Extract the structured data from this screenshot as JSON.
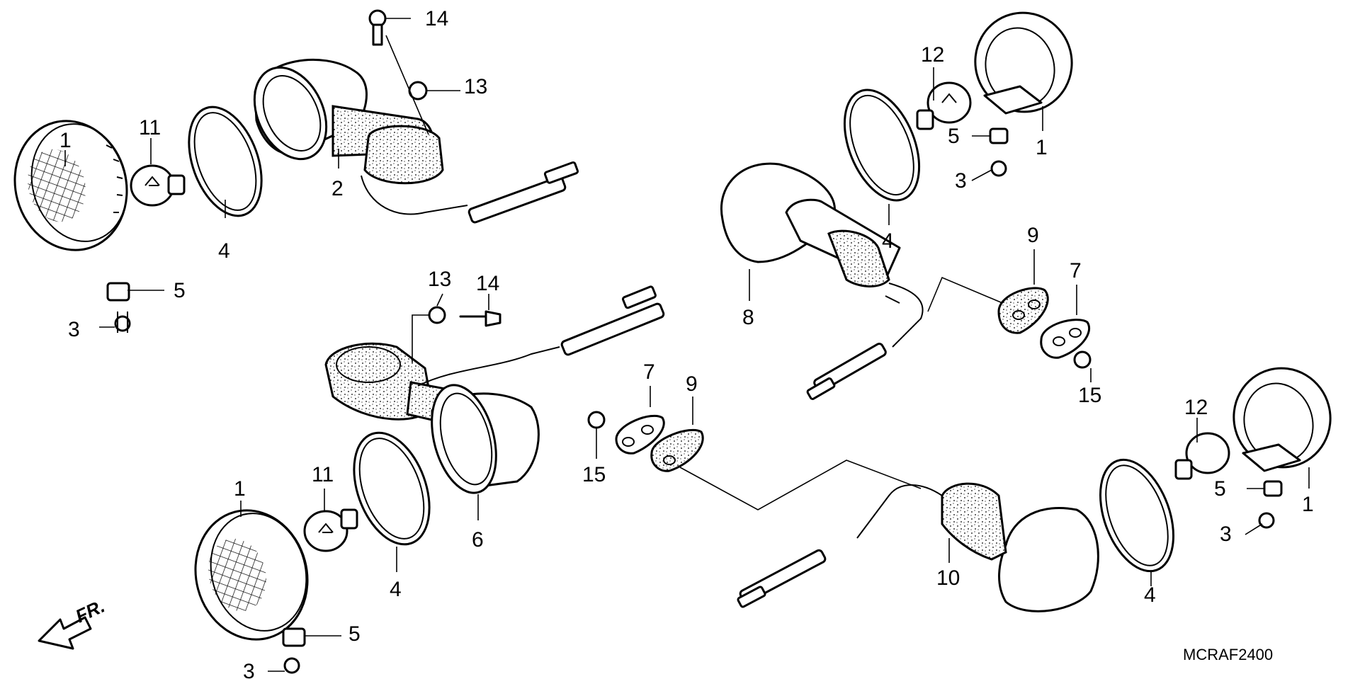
{
  "diagram": {
    "code": "MCRAF2400",
    "direction_label": "FR.",
    "callouts": [
      {
        "id": "c1a",
        "text": "1"
      },
      {
        "id": "c11a",
        "text": "11"
      },
      {
        "id": "c4a",
        "text": "4"
      },
      {
        "id": "c2",
        "text": "2"
      },
      {
        "id": "c14a",
        "text": "14"
      },
      {
        "id": "c13a",
        "text": "13"
      },
      {
        "id": "c5a",
        "text": "5"
      },
      {
        "id": "c3a",
        "text": "3"
      },
      {
        "id": "c13b",
        "text": "13"
      },
      {
        "id": "c14b",
        "text": "14"
      },
      {
        "id": "c1b",
        "text": "1"
      },
      {
        "id": "c11b",
        "text": "11"
      },
      {
        "id": "c4b",
        "text": "4"
      },
      {
        "id": "c6",
        "text": "6"
      },
      {
        "id": "c5b",
        "text": "5"
      },
      {
        "id": "c3b",
        "text": "3"
      },
      {
        "id": "c7a",
        "text": "7"
      },
      {
        "id": "c9a",
        "text": "9"
      },
      {
        "id": "c15a",
        "text": "15"
      },
      {
        "id": "c12a",
        "text": "12"
      },
      {
        "id": "c5c",
        "text": "5"
      },
      {
        "id": "c1c",
        "text": "1"
      },
      {
        "id": "c3c",
        "text": "3"
      },
      {
        "id": "c4c",
        "text": "4"
      },
      {
        "id": "c8",
        "text": "8"
      },
      {
        "id": "c9b",
        "text": "9"
      },
      {
        "id": "c7b",
        "text": "7"
      },
      {
        "id": "c15b",
        "text": "15"
      },
      {
        "id": "c12b",
        "text": "12"
      },
      {
        "id": "c5d",
        "text": "5"
      },
      {
        "id": "c1d",
        "text": "1"
      },
      {
        "id": "c3d",
        "text": "3"
      },
      {
        "id": "c4d",
        "text": "4"
      },
      {
        "id": "c10",
        "text": "10"
      }
    ]
  }
}
